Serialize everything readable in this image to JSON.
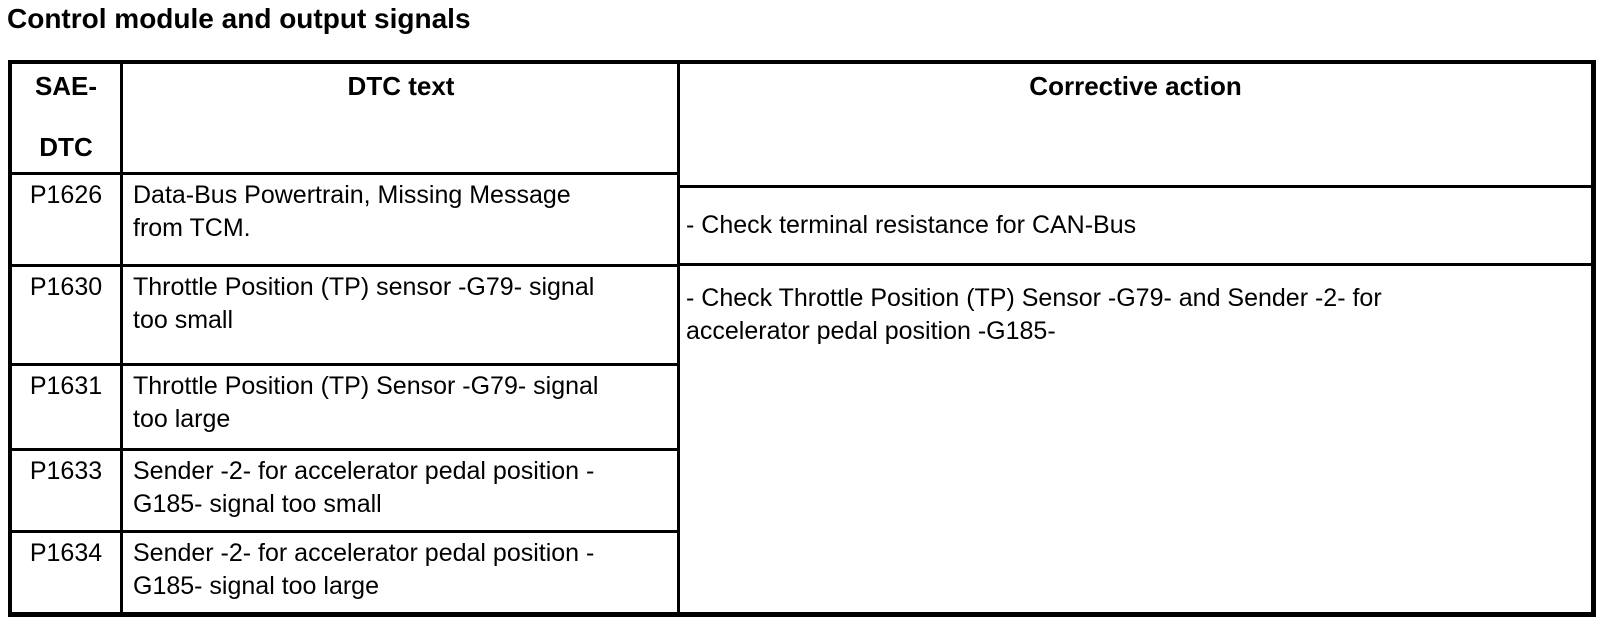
{
  "page": {
    "title": "Control module and output signals"
  },
  "table": {
    "header": {
      "col1_line1": "SAE-",
      "col1_line2": "DTC",
      "col2": "DTC text",
      "col3": "Corrective action"
    },
    "rows": [
      {
        "code": "P1626",
        "dtc_text": "Data-Bus Powertrain, Missing Message\nfrom TCM."
      },
      {
        "code": "P1630",
        "dtc_text": "Throttle Position (TP) sensor -G79- signal\ntoo small"
      },
      {
        "code": "P1631",
        "dtc_text": "Throttle Position (TP) Sensor -G79- signal\ntoo large"
      },
      {
        "code": "P1633",
        "dtc_text": "Sender -2- for accelerator pedal position -\nG185- signal too small"
      },
      {
        "code": "P1634",
        "dtc_text": "Sender -2- for accelerator pedal position -\nG185- signal too large"
      }
    ],
    "corrective_actions": [
      {
        "text": "- Check terminal resistance for CAN-Bus"
      },
      {
        "text": "- Check Throttle Position (TP) Sensor -G79- and Sender -2- for\naccelerator pedal position -G185-"
      }
    ],
    "colors": {
      "text": "#000000",
      "border": "#000000",
      "background": "#ffffff"
    }
  }
}
